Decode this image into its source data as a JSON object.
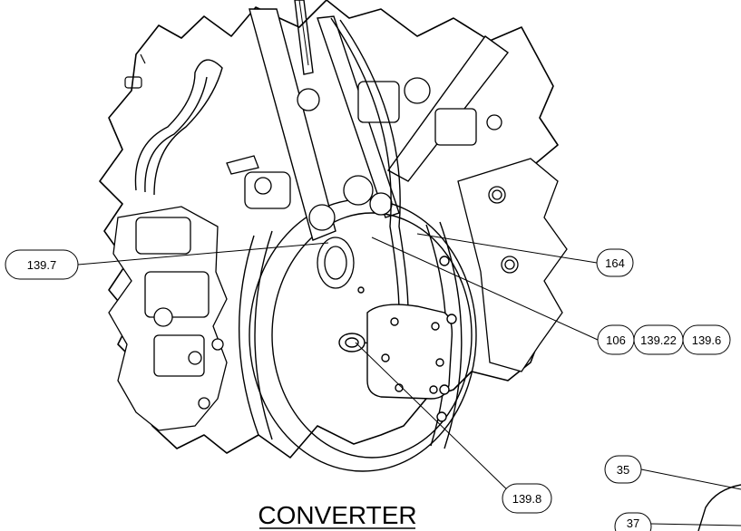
{
  "drawing": {
    "title": "CONVERTER",
    "callouts": {
      "c139_7": "139.7",
      "c164": "164",
      "c106": "106",
      "c139_22": "139.22",
      "c139_6": "139.6",
      "c139_8": "139.8",
      "c35": "35",
      "c37": "37"
    }
  }
}
